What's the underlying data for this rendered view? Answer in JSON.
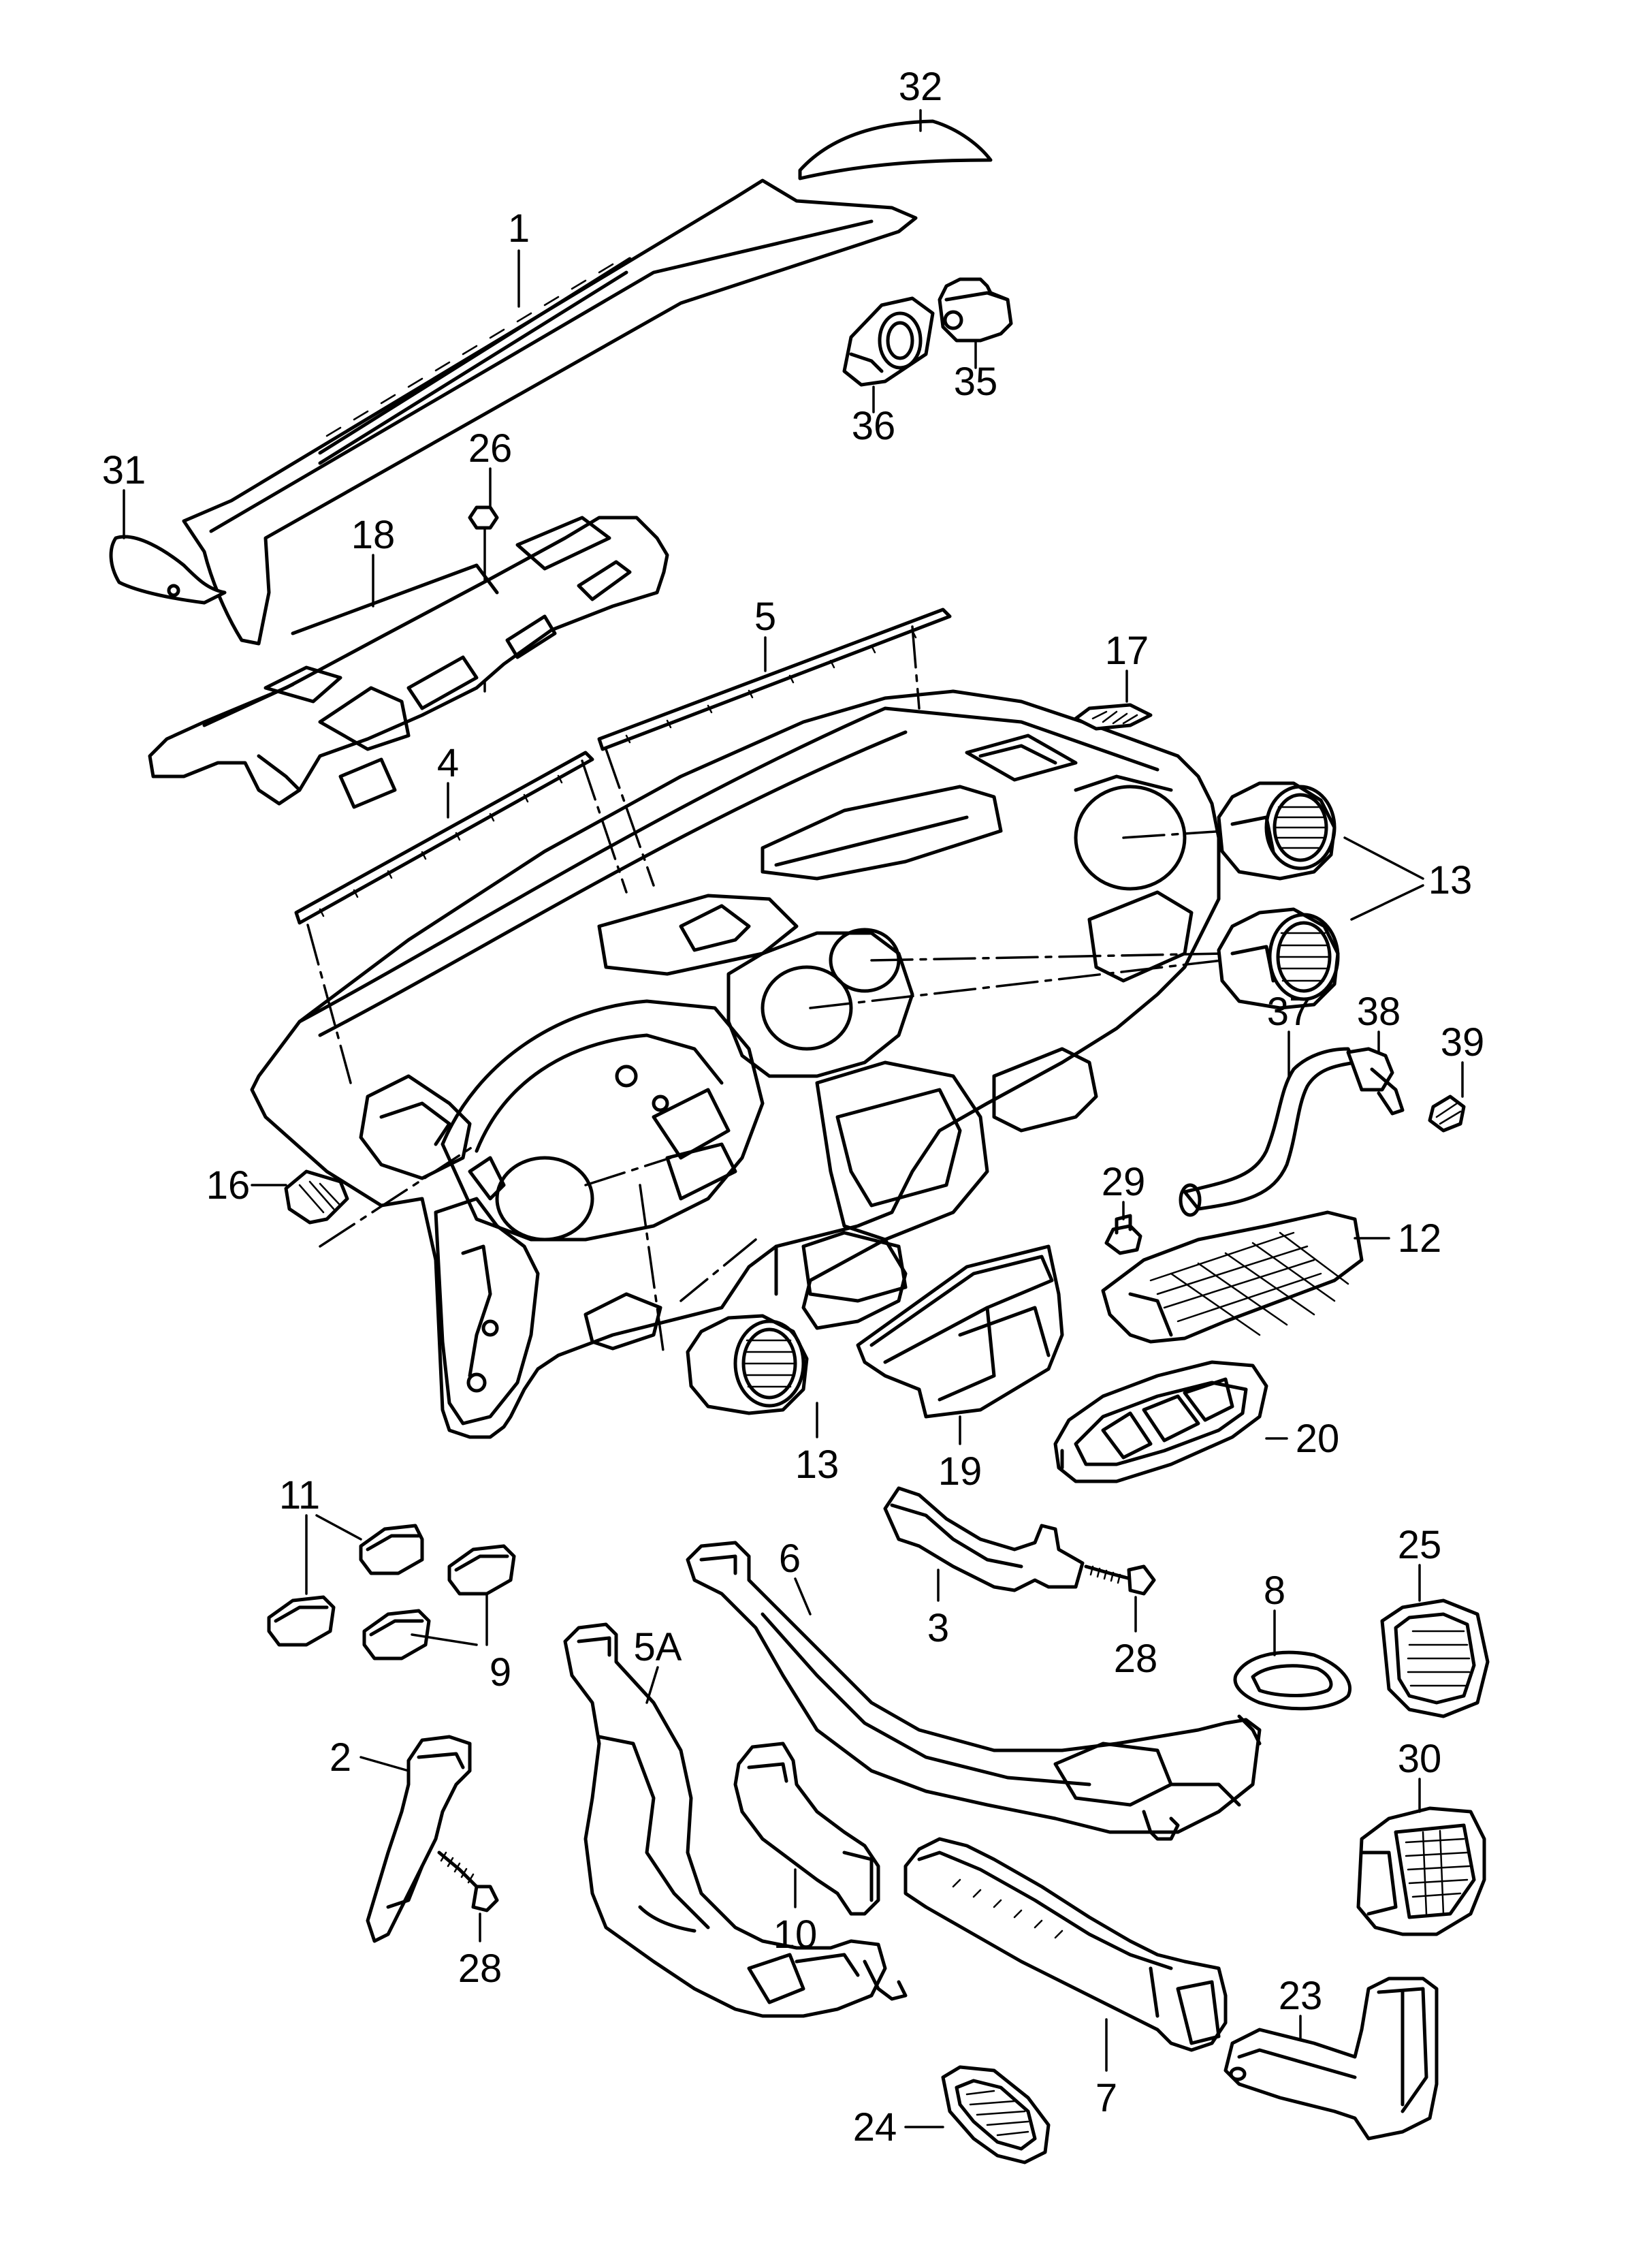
{
  "labels": {
    "l1": "1",
    "l2": "2",
    "l3": "3",
    "l4": "4",
    "l5": "5",
    "l5a": "5A",
    "l6": "6",
    "l7": "7",
    "l8": "8",
    "l9": "9",
    "l10": "10",
    "l11": "11",
    "l12": "12",
    "l13a": "13",
    "l13b": "13",
    "l16": "16",
    "l17": "17",
    "l18": "18",
    "l19": "19",
    "l20": "20",
    "l23": "23",
    "l24": "24",
    "l25": "25",
    "l26": "26",
    "l28a": "28",
    "l28b": "28",
    "l29": "29",
    "l30": "30",
    "l31": "31",
    "l32": "32",
    "l35": "35",
    "l36": "36",
    "l37": "37",
    "l38": "38",
    "l39": "39"
  },
  "colors": {
    "line": "#000000",
    "background": "#ffffff"
  }
}
